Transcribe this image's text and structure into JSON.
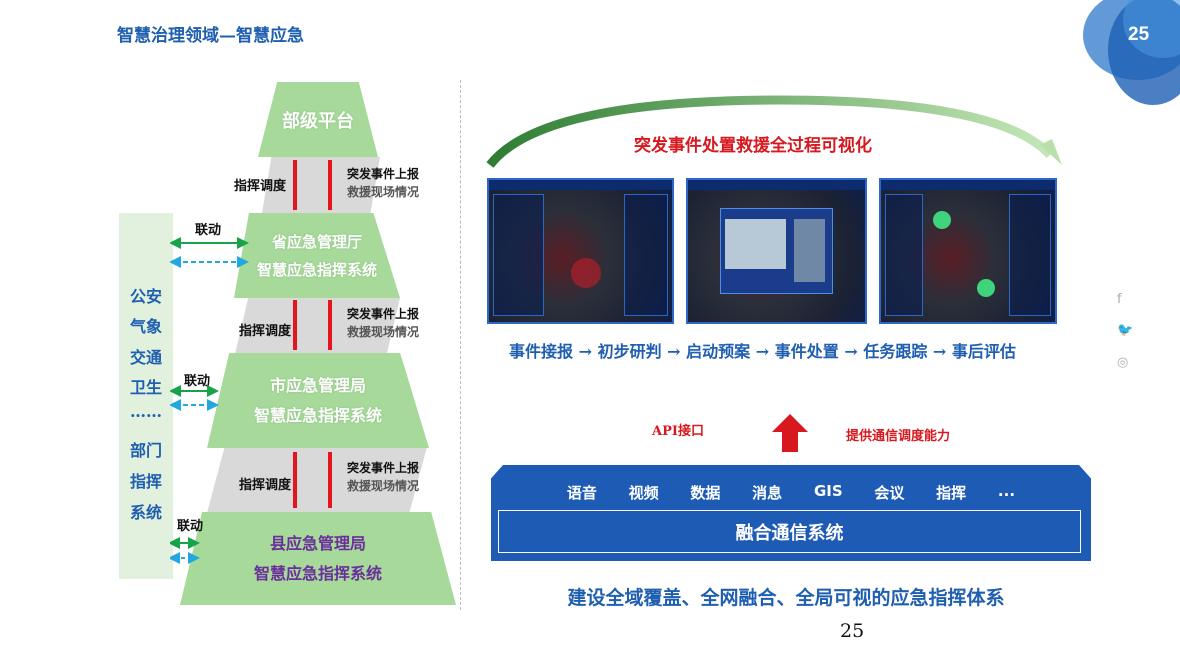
{
  "header": {
    "title": "智慧治理领域—智慧应急",
    "page_badge": "25"
  },
  "pyramid": {
    "levels": [
      {
        "line1": "部级平台"
      },
      {
        "line1": "省应急管理厅",
        "line2": "智慧应急指挥系统"
      },
      {
        "line1": "市应急管理局",
        "line2": "智慧应急指挥系统"
      },
      {
        "line1": "县应急管理局",
        "line2": "智慧应急指挥系统"
      }
    ],
    "down_label": "指挥调度",
    "up_label1": "突发事件上报",
    "up_label2": "救援现场情况",
    "link_label": "联动"
  },
  "side_panel": {
    "items": [
      "公安",
      "气象",
      "交通",
      "卫生",
      "……",
      "部门",
      "指挥",
      "系统"
    ]
  },
  "right": {
    "arc_title": "突发事件处置救援全过程可视化",
    "flow": [
      "事件接报",
      "初步研判",
      "启动预案",
      "事件处置",
      "任务跟踪",
      "事后评估"
    ],
    "flow_arrow": "→",
    "api_label": "API接口",
    "capability_label": "提供通信调度能力",
    "comm_items": [
      "语音",
      "视频",
      "数据",
      "消息",
      "GIS",
      "会议",
      "指挥",
      "..."
    ],
    "comm_system": "融合通信系统",
    "bottom_slogan": "建设全域覆盖、全网融合、全局可视的应急指挥体系"
  },
  "social": {
    "icons": [
      "facebook-icon",
      "twitter-icon",
      "instagram-icon"
    ],
    "labels": [
      "f",
      "🐦",
      "◎"
    ]
  },
  "footer": {
    "page_number": "25"
  },
  "colors": {
    "accent_blue": "#1f5fb0",
    "green": "#a6d99a",
    "red": "#e6141b"
  }
}
